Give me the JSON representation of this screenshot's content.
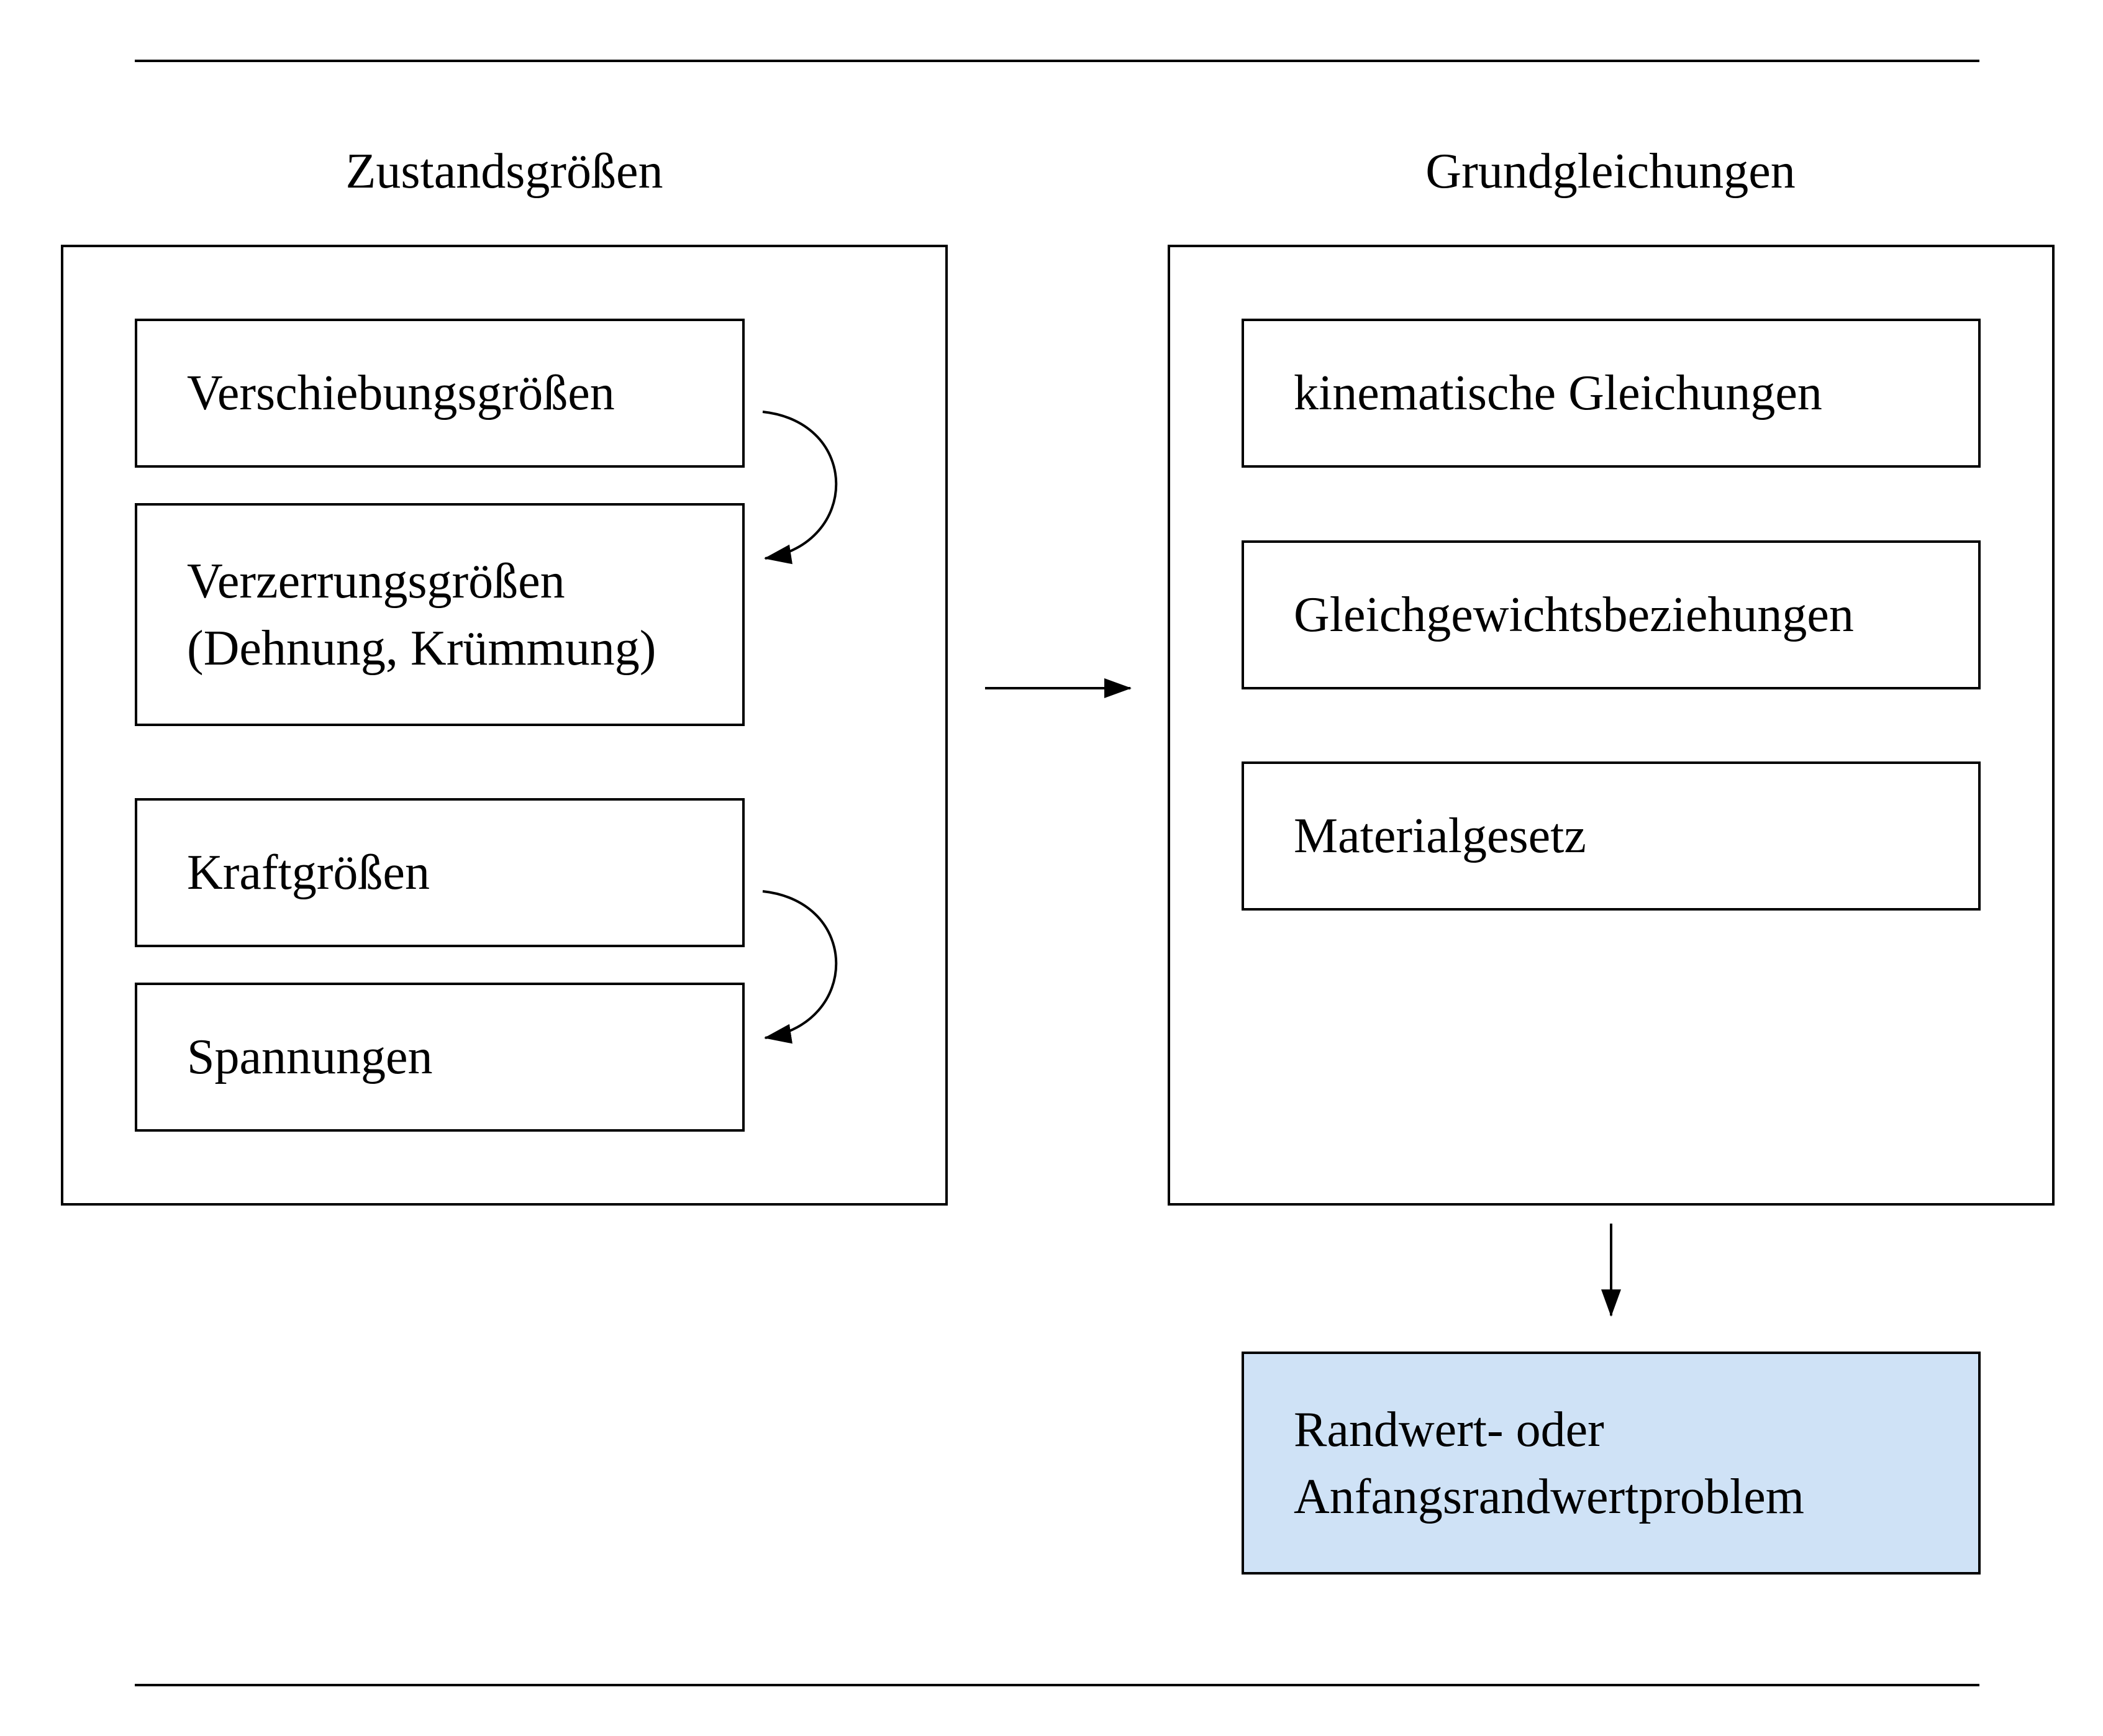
{
  "left_section": {
    "title": "Zustandsgrößen",
    "items": [
      {
        "lines": [
          "Verschiebungsgrößen"
        ]
      },
      {
        "lines": [
          "Verzerrungsgrößen",
          "(Dehnung, Krümmung)"
        ]
      },
      {
        "lines": [
          "Kraftgrößen"
        ]
      },
      {
        "lines": [
          "Spannungen"
        ]
      }
    ]
  },
  "right_section": {
    "title": "Grundgleichungen",
    "items": [
      {
        "lines": [
          "kinematische Gleichungen"
        ]
      },
      {
        "lines": [
          "Gleichgewichtsbeziehungen"
        ]
      },
      {
        "lines": [
          "Materialgesetz"
        ]
      }
    ]
  },
  "result": {
    "lines": [
      "Randwert- oder",
      "Anfangsrandwertproblem"
    ],
    "fill_color": "#cfe2f6"
  }
}
